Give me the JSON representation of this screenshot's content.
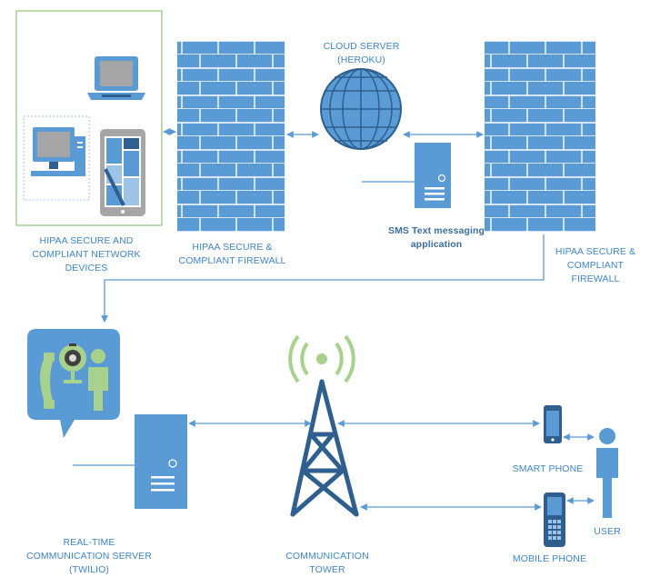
{
  "labels": {
    "devices": "HIPAA SECURE AND COMPLIANT NETWORK DEVICES",
    "firewall_left": "HIPAA SECURE & COMPLIANT FIREWALL",
    "cloud_server": "CLOUD SERVER (HEROKU)",
    "sms_app": "SMS Text messaging application",
    "firewall_right": "HIPAA SECURE & COMPLIANT FIREWALL",
    "rtc_server": "REAL-TIME COMMUNICATION SERVER (TWILIO)",
    "tower": "COMMUNICATION TOWER",
    "smart_phone": "SMART PHONE",
    "mobile_phone": "MOBILE PHONE",
    "user": "USER"
  },
  "colors": {
    "primary_blue": "#5b9bd5",
    "dark_blue": "#2e5f8e",
    "green_accent": "#a9d18e",
    "light_green_border": "#a9d18e",
    "label_blue": "#3f86c4"
  },
  "icons": [
    "laptop-icon",
    "desktop-icon",
    "tablet-icon",
    "globe-icon",
    "server-icon",
    "chat-bubble-icon",
    "telephone-icon",
    "webcam-icon",
    "person-icon",
    "tower-icon",
    "smartphone-icon",
    "mobile-phone-icon"
  ]
}
